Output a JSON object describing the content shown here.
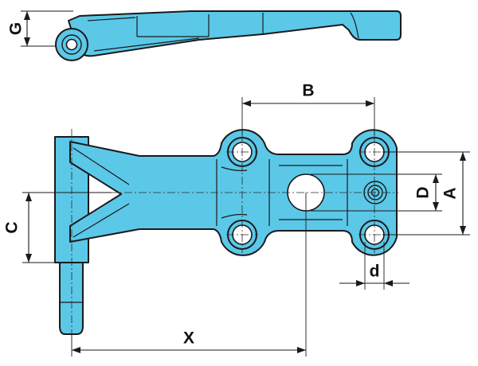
{
  "drawing": {
    "colors": {
      "part_fill": "#5bc8e8",
      "outline": "#1a1a1a",
      "background": "#ffffff"
    },
    "views": [
      "side-view",
      "top-view"
    ],
    "dimension_labels": {
      "G": "G",
      "B": "B",
      "A": "A",
      "D": "D",
      "C": "C",
      "d": "d",
      "X": "X"
    }
  }
}
